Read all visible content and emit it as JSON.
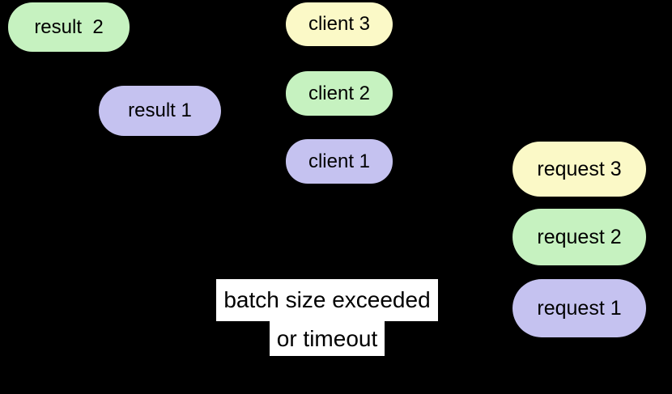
{
  "diagram": {
    "title_hint": "request batching diagram",
    "background": "#000000",
    "palette": {
      "green": "#c6f2c0",
      "yellow": "#fbf9c7",
      "purple": "#c5c2f0",
      "annotation_bg": "#ffffff",
      "text": "#000000"
    },
    "nodes": [
      {
        "id": "result-2",
        "label": "result  2",
        "color": "green"
      },
      {
        "id": "result-1",
        "label": "result 1",
        "color": "purple"
      },
      {
        "id": "client-3",
        "label": "client 3",
        "color": "yellow"
      },
      {
        "id": "client-2",
        "label": "client 2",
        "color": "green"
      },
      {
        "id": "client-1",
        "label": "client 1",
        "color": "purple"
      },
      {
        "id": "request-3",
        "label": "request 3",
        "color": "yellow"
      },
      {
        "id": "request-2",
        "label": "request 2",
        "color": "green"
      },
      {
        "id": "request-1",
        "label": "request 1",
        "color": "purple"
      }
    ],
    "annotation": {
      "line1": "batch size exceeded",
      "line2": "or timeout"
    }
  }
}
